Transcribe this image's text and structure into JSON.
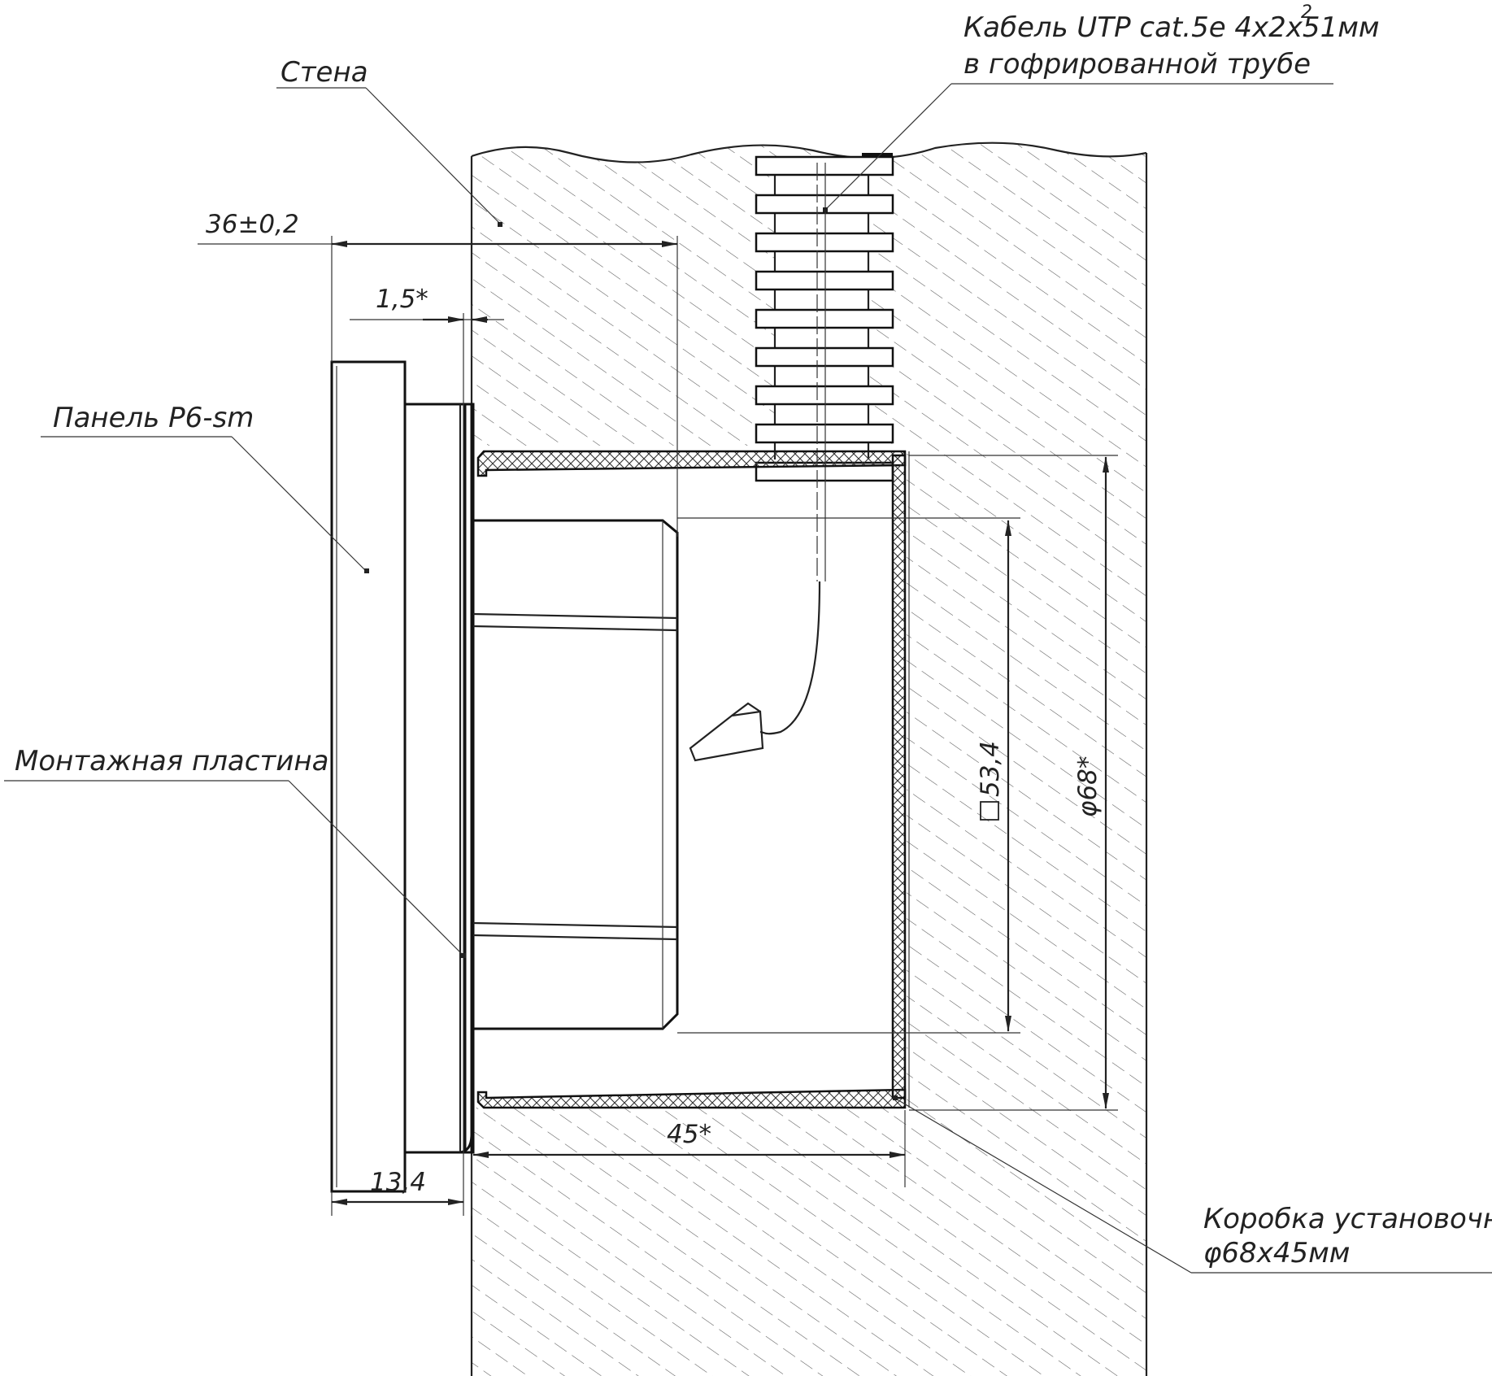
{
  "labels": {
    "wall": "Стена",
    "panel": "Панель P6-sm",
    "mounting_plate": "Монтажная пластина",
    "cable_line1": "Кабель UTP cat.5e 4x2x51мм",
    "cable_sup": "2",
    "cable_line2": "в гофрированной трубе",
    "box_line1": "Коробка установочная",
    "box_line2": "φ68x45мм"
  },
  "dimensions": {
    "overall_depth": "36±0,2",
    "plate_gap": "1,5*",
    "panel_thickness": "13,4",
    "box_depth": "45*",
    "square": "53,4",
    "diameter": "φ68*"
  },
  "colors": {
    "line": "#222222",
    "hatch": "#444444",
    "background": "#ffffff"
  }
}
